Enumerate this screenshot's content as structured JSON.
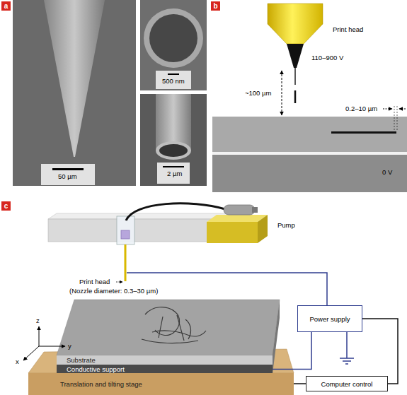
{
  "diagram": {
    "nodes": [
      {
        "text": [
          "a"
        ]
      },
      {
        "text": [
          "b"
        ]
      },
      {
        "text": [
          "c"
        ]
      },
      {
        "text": [
          "Power supply"
        ]
      },
      {
        "text": [
          "Substrate"
        ]
      },
      {
        "text": [
          "Conductive support"
        ]
      },
      {
        "text": [
          "Translation and tilting stage"
        ]
      },
      {
        "text": [
          "Computer control"
        ]
      }
    ],
    "edges": [
      {
        "from": 3,
        "to": 5,
        "arrow": "none"
      },
      {
        "from": 7,
        "to": 3,
        "arrow": "none"
      },
      {
        "from": 7,
        "to": 6,
        "arrow": "none"
      }
    ],
    "labels": [
      "50 µm",
      "500 nm",
      "2 µm",
      "Print head",
      "110–900 V",
      "~100 µm",
      "0.2–10 µm",
      "0 V",
      "Pump",
      "Print head",
      "(Nozzle diameter: 0.3–30 µm)",
      "z",
      "y",
      "x"
    ]
  }
}
